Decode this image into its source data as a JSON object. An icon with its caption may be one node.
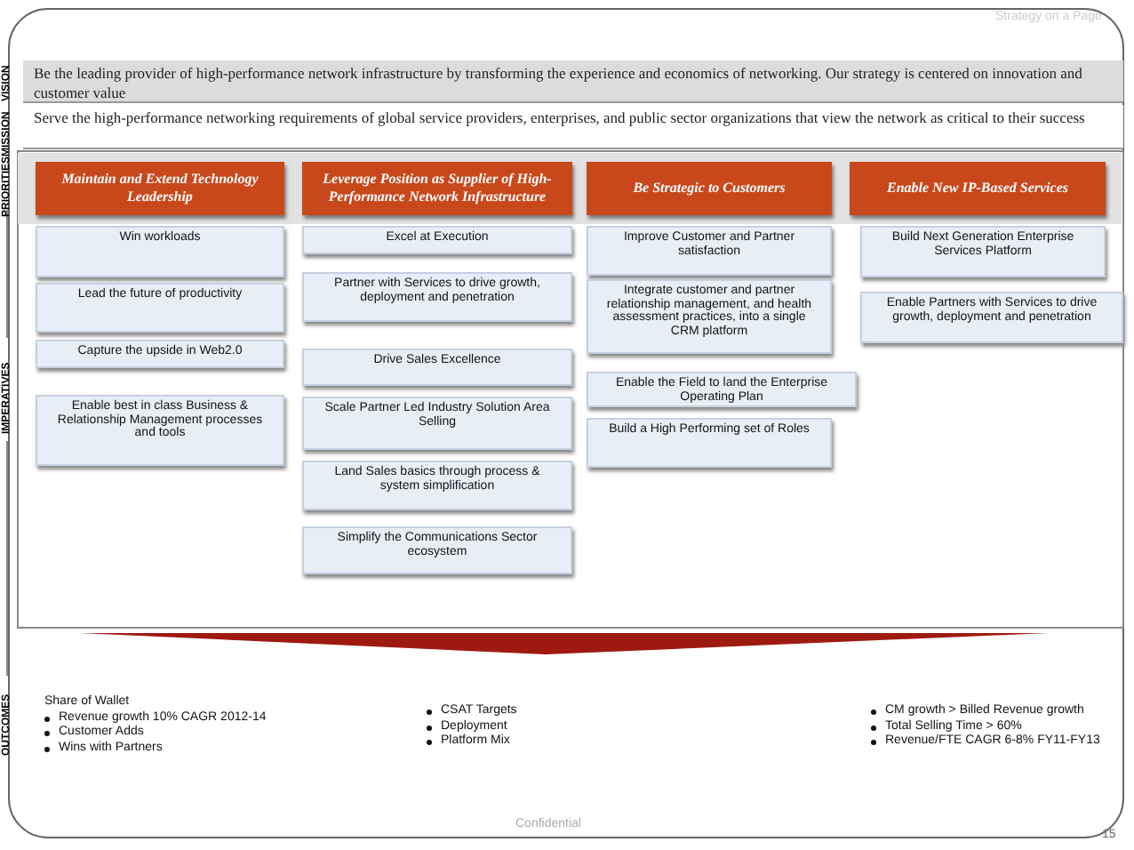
{
  "diagram": {
    "nodes": [
      {
        "text": [
          "Be the leading provider of high-performance network infrastructure by transforming the experience and economics of networking. Our strategy is centered on innovation and customer value"
        ]
      },
      {
        "text": [
          "Serve the high-performance networking requirements of global service providers, enterprises, and public sector organizations that view the network as critical to their success"
        ]
      },
      {
        "text": [
          "Maintain and Extend Technology Leadership"
        ]
      },
      {
        "text": [
          "Leverage Position as Supplier of High-Performance Network Infrastructure"
        ]
      },
      {
        "text": [
          "Be Strategic to Customers"
        ]
      },
      {
        "text": [
          "Enable New IP-Based Services"
        ]
      },
      {
        "text": [
          "Win workloads"
        ]
      },
      {
        "text": [
          "Lead the future of productivity"
        ]
      },
      {
        "text": [
          "Capture the upside in Web2.0"
        ]
      },
      {
        "text": [
          "Enable best in class Business & Relationship Management processes and tools"
        ]
      },
      {
        "text": [
          "Excel at Execution"
        ]
      },
      {
        "text": [
          "Partner with Services to drive growth, deployment and penetration"
        ]
      },
      {
        "text": [
          "Drive Sales Excellence"
        ]
      },
      {
        "text": [
          "Scale Partner Led Industry Solution Area Selling"
        ]
      },
      {
        "text": [
          "Land Sales basics through process & system simplification"
        ]
      },
      {
        "text": [
          "Simplify the Communications Sector ecosystem"
        ]
      },
      {
        "text": [
          "Improve Customer and Partner satisfaction"
        ]
      },
      {
        "text": [
          "Integrate customer and partner relationship management, and health assessment practices, into a single CRM platform"
        ]
      },
      {
        "text": [
          "Enable the Field to land the Enterprise Operating Plan"
        ]
      },
      {
        "text": [
          "Build a High Performing set of Roles"
        ]
      },
      {
        "text": [
          "Build Next Generation Enterprise Services Platform"
        ]
      },
      {
        "text": [
          "Enable Partners with Services to drive growth, deployment and penetration"
        ]
      }
    ],
    "labels": [
      "Strategy on a Page",
      "VISION",
      "MISSION",
      "PRIORITIES",
      "IMPERATIVES",
      "OUTCOMES",
      "Share of Wallet",
      "Revenue growth 10% CAGR 2012-14",
      "Customer Adds",
      "Wins with Partners",
      "CSAT Targets",
      "Deployment",
      "Platform Mix",
      "CM growth > Billed Revenue growth",
      "Total Selling Time > 60%",
      "Revenue/FTE CAGR 6-8% FY11-FY13",
      "Confidential",
      "15"
    ]
  }
}
